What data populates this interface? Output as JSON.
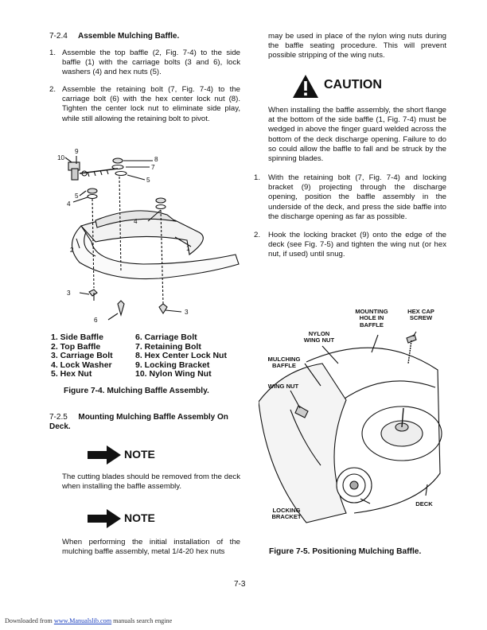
{
  "left": {
    "sec1_num": "7-2.4",
    "sec1_title": "Assemble Mulching Baffle.",
    "step1_num": "1.",
    "step1_text": "Assemble the top baffle (2, Fig. 7-4) to the side baffle (1) with the carriage bolts (3 and 6), lock washers (4) and hex nuts (5).",
    "step2_num": "2.",
    "step2_text": "Assemble the retaining bolt (7, Fig. 7-4) to the carriage bolt (6) with the hex center lock nut (8). Tighten the center lock nut to eliminate side play, while still allowing the retaining bolt to pivot.",
    "fig74_callouts": [
      "9",
      "10",
      "8",
      "7",
      "5",
      "5",
      "4",
      "4",
      "1",
      "2",
      "3",
      "6",
      "3"
    ],
    "legend_col1": [
      "1. Side Baffle",
      "2. Top Baffle",
      "3. Carriage Bolt",
      "4. Lock Washer",
      "5. Hex Nut"
    ],
    "legend_col2": [
      "6. Carriage Bolt",
      "7. Retaining Bolt",
      "8. Hex Center Lock Nut",
      "9. Locking Bracket",
      "10. Nylon Wing Nut"
    ],
    "fig74_caption": "Figure 7-4. Mulching Baffle Assembly.",
    "sec2_num": "7-2.5",
    "sec2_title": "Mounting Mulching Baffle Assembly On Deck.",
    "note1_label": "NOTE",
    "note1_text": "The cutting blades should be removed from the deck when installing the baffle assembly.",
    "note2_label": "NOTE",
    "note2_text": "When performing the initial installation of the mulching baffle assembly, metal 1/4-20 hex nuts"
  },
  "right": {
    "cont_text": "may be used in place of the nylon wing nuts during the baffle seating procedure. This will prevent possible stripping of the wing nuts.",
    "caution_label": "CAUTION",
    "caution_text": "When installing the baffle assembly, the short flange at the bottom of the side baffle (1, Fig. 7-4) must be wedged in above the finger guard welded across the bottom of the deck discharge opening. Failure to do so could allow the baffle to fall and be struck by the spinning blades.",
    "step1_num": "1.",
    "step1_text": "With the retaining bolt (7, Fig. 7-4) and locking bracket (9) projecting through the discharge opening, position the baffle assembly in the underside of the deck, and press the side baffle into the discharge opening as far as possible.",
    "step2_num": "2.",
    "step2_text": "Hook the locking bracket (9) onto the edge of the deck (see Fig. 7-5) and tighten the wing nut (or hex nut, if used) until snug.",
    "fig75_labels": {
      "mounting": "MOUNTING HOLE IN BAFFLE",
      "hexcap": "HEX CAP SCREW",
      "nylon": "NYLON WING NUT",
      "mulching": "MULCHING BAFFLE",
      "wing": "WING NUT",
      "deck": "DECK",
      "locking": "LOCKING BRACKET"
    },
    "fig75_caption": "Figure 7-5. Positioning Mulching Baffle."
  },
  "page_number": "7-3",
  "footer": {
    "prefix": "Downloaded from",
    "link": "www.Manualslib.com",
    "suffix": "manuals search engine"
  }
}
